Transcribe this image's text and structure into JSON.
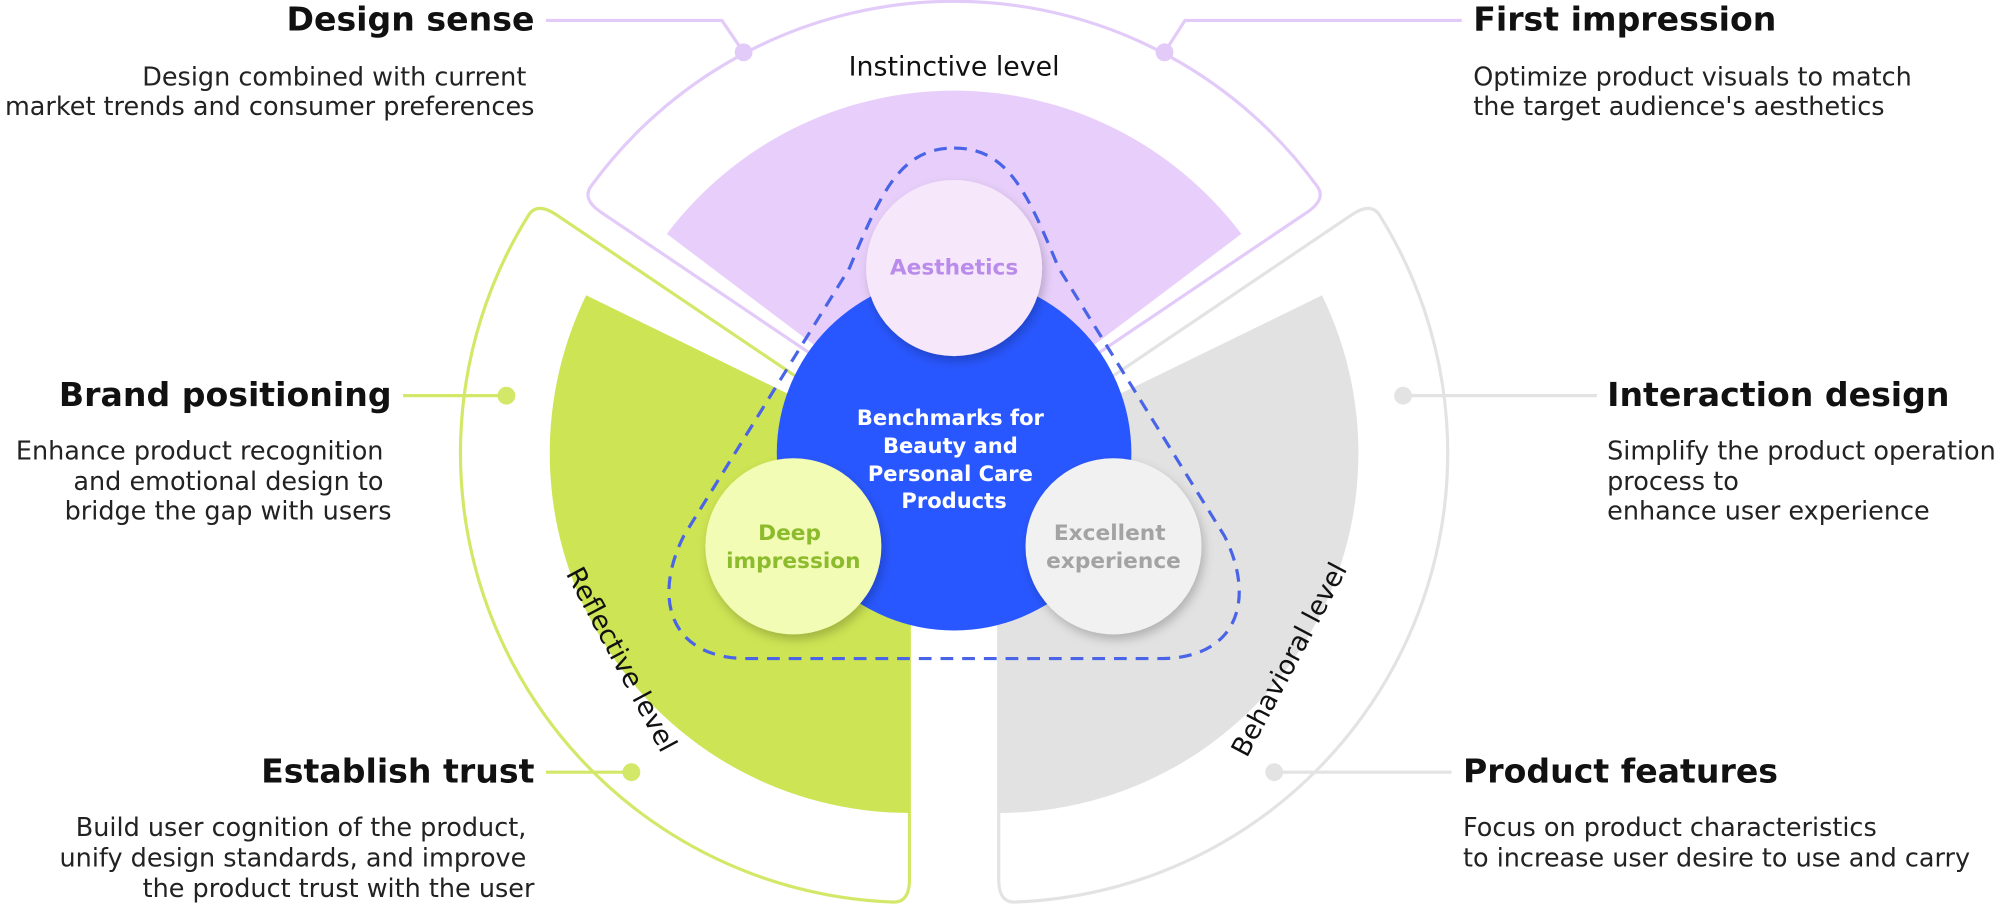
{
  "title": "Benchmarks for Beauty and Personal Care Products",
  "center": {
    "lines": [
      "Benchmarks for",
      "Beauty and",
      "Personal Care",
      "Products"
    ],
    "color": "#2957FF"
  },
  "levels": [
    {
      "id": "instinctive",
      "label": "Instinctive level",
      "node": {
        "lines": [
          "Aesthetics"
        ],
        "fill": "#F6E7FB",
        "text_color": "#B98BEA"
      },
      "sector_color": "#E8CFFB",
      "outline_color": "#E3CBF9",
      "callouts": [
        {
          "id": "design-sense",
          "heading": "Design sense",
          "description": [
            "Design combined with current",
            "market trends and consumer preferences"
          ]
        },
        {
          "id": "first-impression",
          "heading": "First impression",
          "description": [
            "Optimize product visuals to match",
            "the target audience's aesthetics"
          ]
        }
      ]
    },
    {
      "id": "reflective",
      "label": "Reflective level",
      "node": {
        "lines": [
          "Deep",
          "impression"
        ],
        "fill": "#F2FCB4",
        "text_color": "#8DBB2E"
      },
      "sector_color": "#CDE454",
      "outline_color": "#D3E868",
      "callouts": [
        {
          "id": "brand-positioning",
          "heading": "Brand positioning",
          "description": [
            "Enhance product recognition",
            "and emotional design to",
            "bridge the gap with users"
          ]
        },
        {
          "id": "establish-trust",
          "heading": "Establish trust",
          "description": [
            "Build user cognition of the product,",
            "unify design standards,  and improve",
            "the product trust with the user"
          ]
        }
      ]
    },
    {
      "id": "behavioral",
      "label": "Behavioral level",
      "node": {
        "lines": [
          "Excellent",
          "experience"
        ],
        "fill": "#F1F1F1",
        "text_color": "#A3A3A3"
      },
      "sector_color": "#E2E2E2",
      "outline_color": "#E3E3E3",
      "callouts": [
        {
          "id": "interaction-design",
          "heading": "Interaction design",
          "description": [
            "Simplify the product operation",
            "process to",
            "enhance user experience"
          ]
        },
        {
          "id": "product-features",
          "heading": "Product features",
          "description": [
            "Focus on product characteristics",
            "to increase user desire to use and carry"
          ]
        }
      ]
    }
  ],
  "dashed_outline_color": "#4A64E8"
}
